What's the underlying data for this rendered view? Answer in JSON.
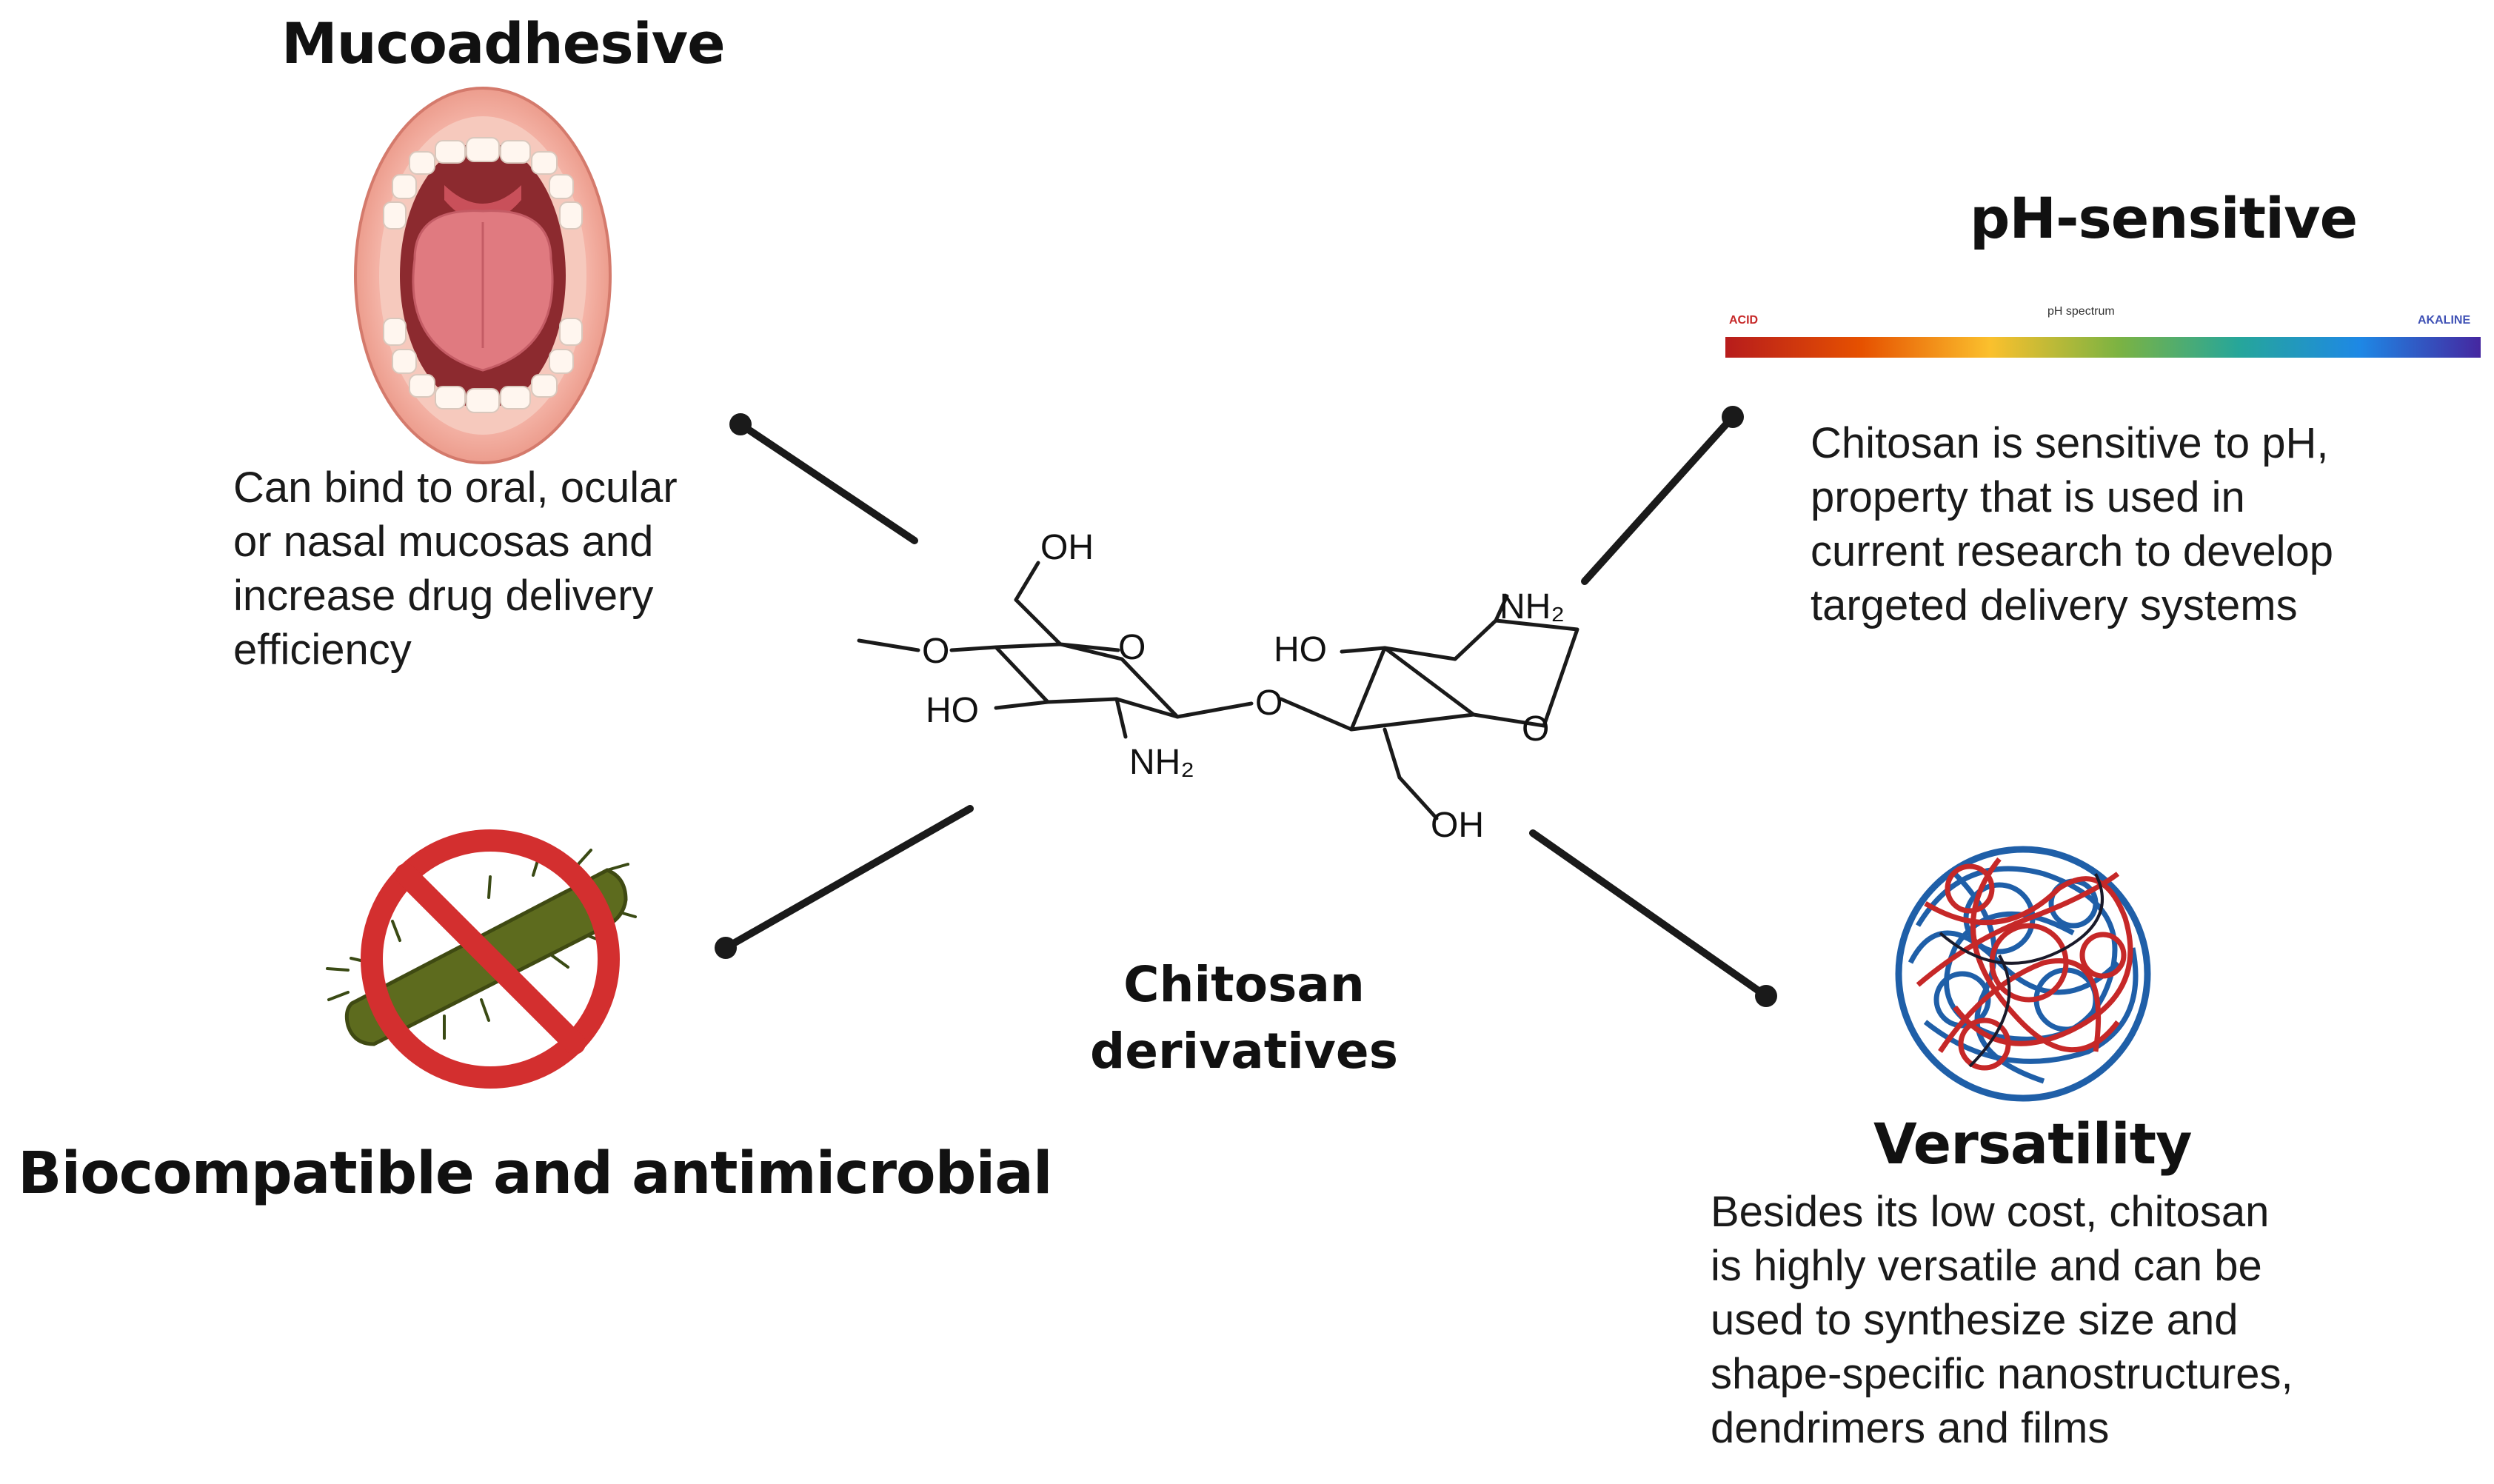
{
  "mucoadhesive": {
    "title": "Mucoadhesive",
    "lines": [
      "Can bind to oral, ocular",
      "or nasal mucosas and",
      "increase drug delivery",
      "efficiency"
    ],
    "icon": "open-mouth-icon"
  },
  "ph_sensitive": {
    "title": "pH-sensitive",
    "spectrum": {
      "acid": "ACID",
      "middle": "pH spectrum",
      "alkaline": "AKALINE"
    },
    "lines": [
      "Chitosan is sensitive to pH,",
      "property that is used in",
      "current research to develop",
      "targeted delivery systems"
    ],
    "icon": "ph-spectrum-bar-icon"
  },
  "biocompatible": {
    "title": "Biocompatible and antimicrobial",
    "icon": "no-bacteria-icon"
  },
  "versatility": {
    "title": "Versatility",
    "lines": [
      "Besides its low cost, chitosan",
      "is highly versatile and can be",
      "used to synthesize size and",
      "shape-specific nanostructures,",
      "dendrimers and films"
    ],
    "icon": "polymer-ball-icon"
  },
  "center": {
    "line1": "Chitosan",
    "line2": "derivatives"
  },
  "molecule": {
    "oh_top": "OH",
    "ring_o_left": "O",
    "chain_o": "O",
    "ho_left": "HO",
    "nh2_left": "NH₂",
    "glycosidic_o": "O",
    "ho_right": "HO",
    "nh2_right": "NH₂",
    "ring_o_right": "O",
    "oh_bottom": "OH"
  },
  "colors": {
    "acid_red": "#c62828",
    "alkaline_blue": "#3f51b5",
    "ban_red": "#d32f2f",
    "bacteria_green": "#556b1f",
    "polymer_red": "#c62828",
    "polymer_blue": "#1f5fa8"
  }
}
